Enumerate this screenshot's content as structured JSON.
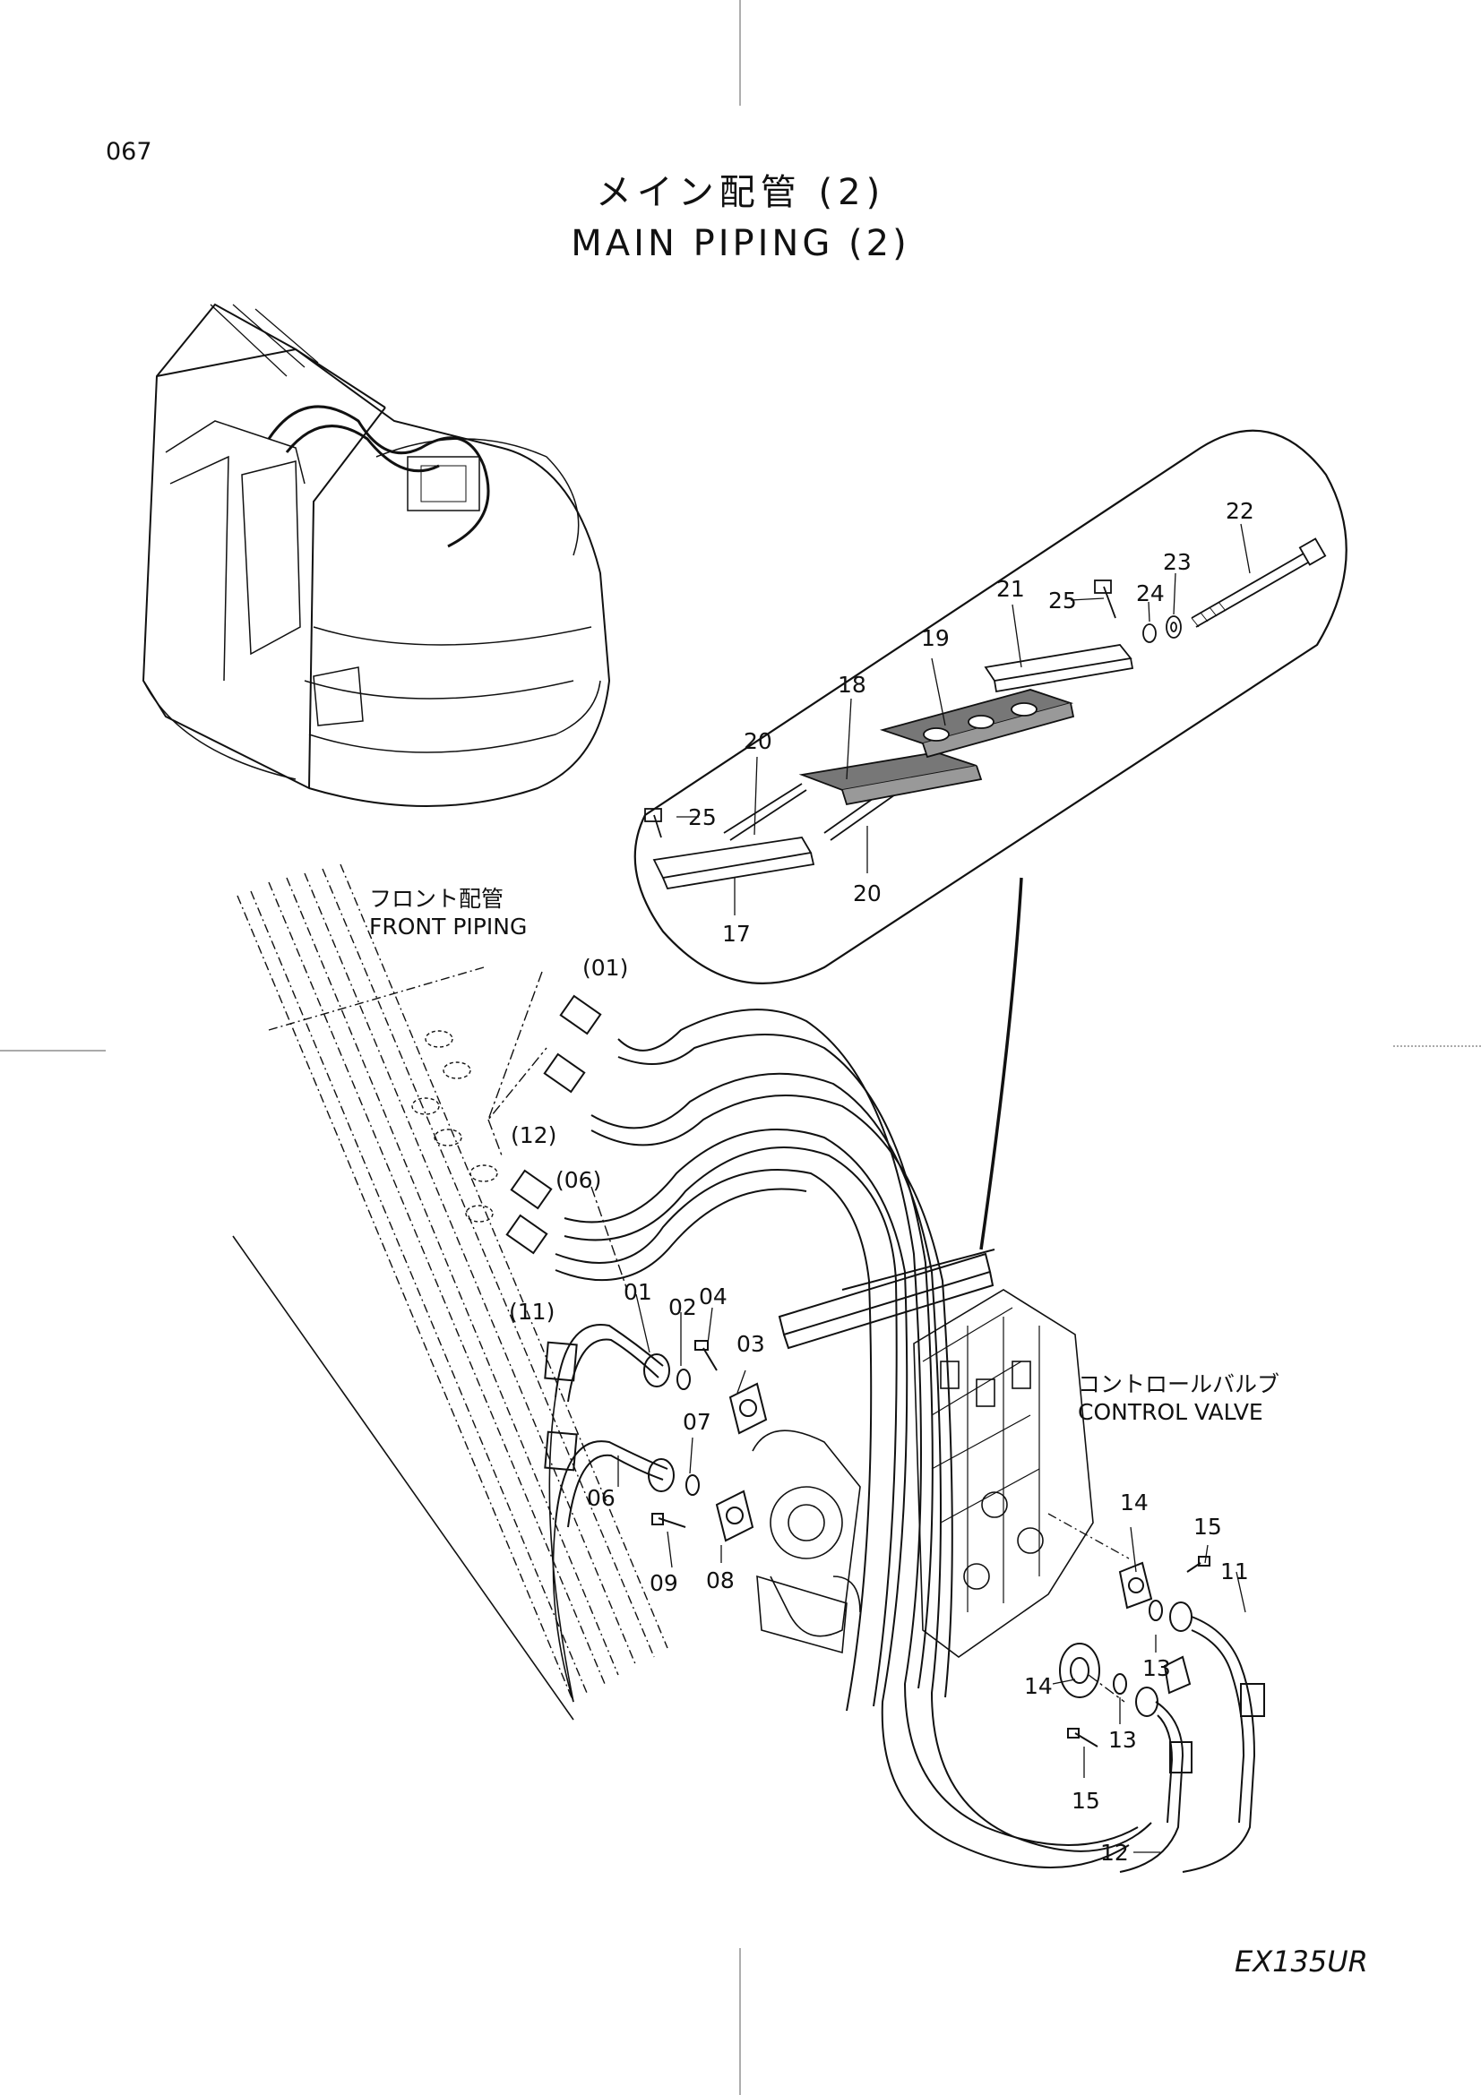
{
  "page_number": "067",
  "title_jp": "メイン配管 (2)",
  "title_en": "MAIN PIPING (2)",
  "model": "EX135UR",
  "callouts": {
    "front_piping_jp": "フロント配管",
    "front_piping_en": "FRONT PIPING",
    "control_valve_jp": "コントロールバルブ",
    "control_valve_en": "CONTROL VALVE"
  },
  "part_labels": {
    "p22": "22",
    "p21": "21",
    "p25a": "25",
    "p24": "24",
    "p23": "23",
    "p19": "19",
    "p18": "18",
    "p20a": "20",
    "p25b": "25",
    "p20b": "20",
    "p17": "17",
    "p01_ref": "(01)",
    "p12_ref": "(12)",
    "p06_ref": "(06)",
    "p11_ref": "(11)",
    "p01": "01",
    "p02": "02",
    "p04": "04",
    "p03": "03",
    "p07": "07",
    "p06": "06",
    "p09": "09",
    "p08": "08",
    "p14a": "14",
    "p15a": "15",
    "p11": "11",
    "p13a": "13",
    "p14b": "14",
    "p13b": "13",
    "p15b": "15",
    "p12": "12"
  }
}
